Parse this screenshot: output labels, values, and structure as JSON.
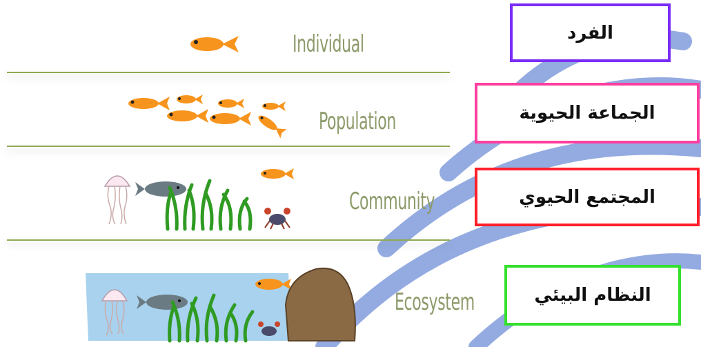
{
  "levels": [
    {
      "en": "Individual",
      "ar": "الفرد",
      "box_color": "#7b2cf5"
    },
    {
      "en": "Population",
      "ar": "الجماعة الحيوية",
      "box_color": "#ff3fa0"
    },
    {
      "en": "Community",
      "ar": "المجتمع الحيوي",
      "box_color": "#ff1f2a"
    },
    {
      "en": "Ecosystem",
      "ar": "النظام البيئي",
      "box_color": "#35e02e"
    }
  ],
  "colors": {
    "fish": "#f7941d",
    "rule": "#8faa52",
    "label": "#8c9a6a",
    "watermark": "#3b66c9",
    "water": "#a8d2ee"
  },
  "icons": [
    "fish-icon",
    "jellyfish-icon",
    "tadpole-fish-icon",
    "seagrass-icon",
    "crab-icon",
    "rock-icon",
    "water-icon"
  ]
}
